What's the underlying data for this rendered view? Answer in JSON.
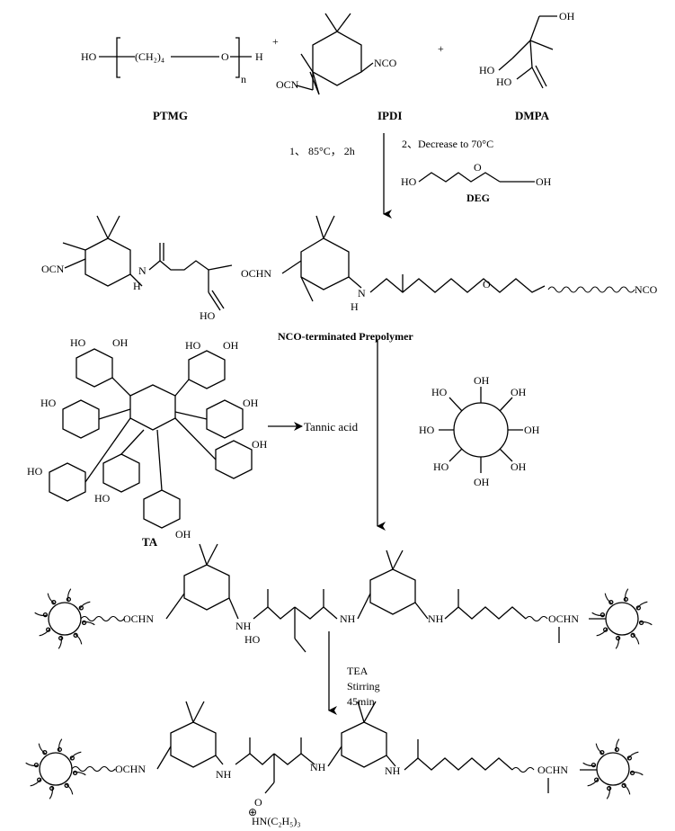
{
  "reactants": {
    "ptmg": {
      "name": "PTMG",
      "ho": "HO",
      "chain": "(CH₂)₄",
      "o": "O",
      "n": "n",
      "h": "H"
    },
    "ipdi": {
      "name": "IPDI",
      "nco_left": "OCN",
      "nco_right": "NCO"
    },
    "dmpa": {
      "name": "DMPA",
      "oh_top": "OH",
      "ho_left": "HO",
      "cooh": "HO"
    },
    "plus": "+"
  },
  "step1": {
    "condition_1": "1、 85°C， 2h",
    "condition_2": "2、Decrease to 70°C",
    "deg": {
      "name": "DEG",
      "ho": "HO",
      "o": "O",
      "oh": "OH"
    }
  },
  "prepolymer": {
    "name": "NCO-terminated Prepolymer",
    "ocn": "OCN",
    "nh1": "N",
    "h1": "H",
    "ocha": "OCHN",
    "cooh": "HO",
    "nh2": "N",
    "h2": "H",
    "o": "O",
    "nco_end": "NCO"
  },
  "tannic": {
    "name": "TA",
    "arrow_label": "Tannic acid",
    "oh": "OH",
    "ho": "HO"
  },
  "intermediate": {
    "ocn": "OCHN",
    "nh1": "NH",
    "cooh": "HO",
    "nh2": "NH",
    "nh3": "NH",
    "ocn_right": "OCHN"
  },
  "step3": {
    "reagent": "TEA",
    "action": "Stirring",
    "time": "45min"
  },
  "product": {
    "ocn": "OCHN",
    "nh1": "NH",
    "nh2": "NH",
    "nh3": "NH",
    "ocn_right": "OCHN",
    "counter_ion": "HN(C₂H₅)₃",
    "o_minus": "O",
    "n_plus": "⊕"
  }
}
